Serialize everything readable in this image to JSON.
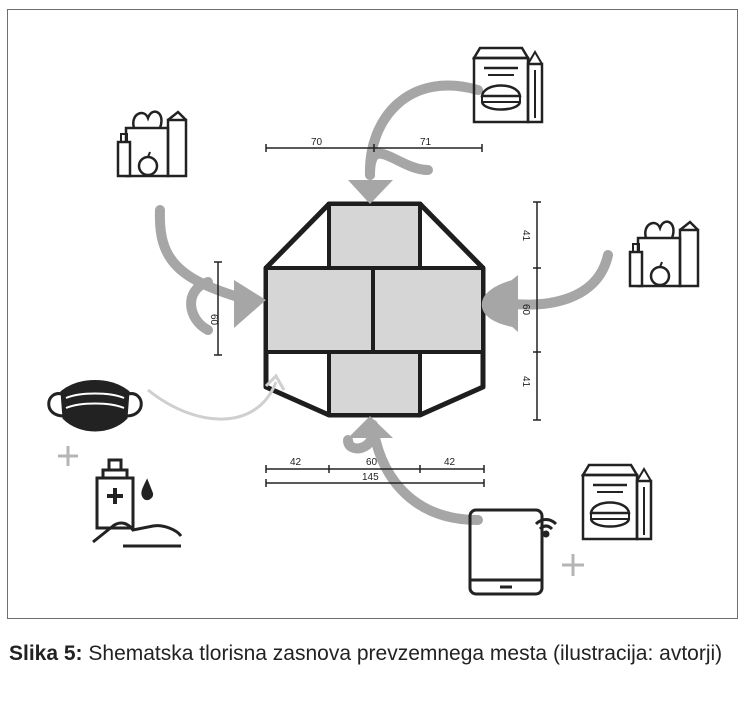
{
  "dimensions": {
    "top_left": "70",
    "top_right": "71",
    "left_height": "60",
    "right_top": "41",
    "right_mid": "60",
    "right_bottom": "41",
    "bottom_left": "42",
    "bottom_mid": "60",
    "bottom_right": "42",
    "bottom_total": "145"
  },
  "icons": [
    "grocery-bag-icon",
    "food-bag-icon",
    "face-mask-icon",
    "hand-sanitizer-icon",
    "tablet-wifi-icon"
  ],
  "caption": {
    "label": "Slika 5:",
    "text": " Shematska tlorisna zasnova prevzemnega mesta (ilustracija: avtorji)"
  }
}
